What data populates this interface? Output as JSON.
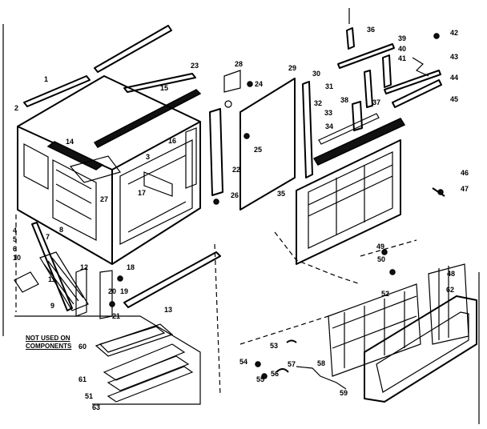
{
  "diagram": {
    "box_label": [
      "NOT USED ON",
      "COMPONENTS"
    ],
    "callouts": [
      "1",
      "2",
      "3",
      "4",
      "5",
      "6",
      "7",
      "8",
      "9",
      "10",
      "11",
      "12",
      "13",
      "14",
      "15",
      "16",
      "17",
      "18",
      "19",
      "20",
      "21",
      "22",
      "23",
      "24",
      "25",
      "26",
      "27",
      "28",
      "29",
      "30",
      "31",
      "32",
      "33",
      "34",
      "35",
      "36",
      "37",
      "38",
      "39",
      "40",
      "41",
      "42",
      "43",
      "44",
      "45",
      "46",
      "47",
      "48",
      "49",
      "50",
      "51",
      "52",
      "53",
      "54",
      "55",
      "56",
      "57",
      "58",
      "59",
      "60",
      "61",
      "62",
      "63"
    ]
  }
}
